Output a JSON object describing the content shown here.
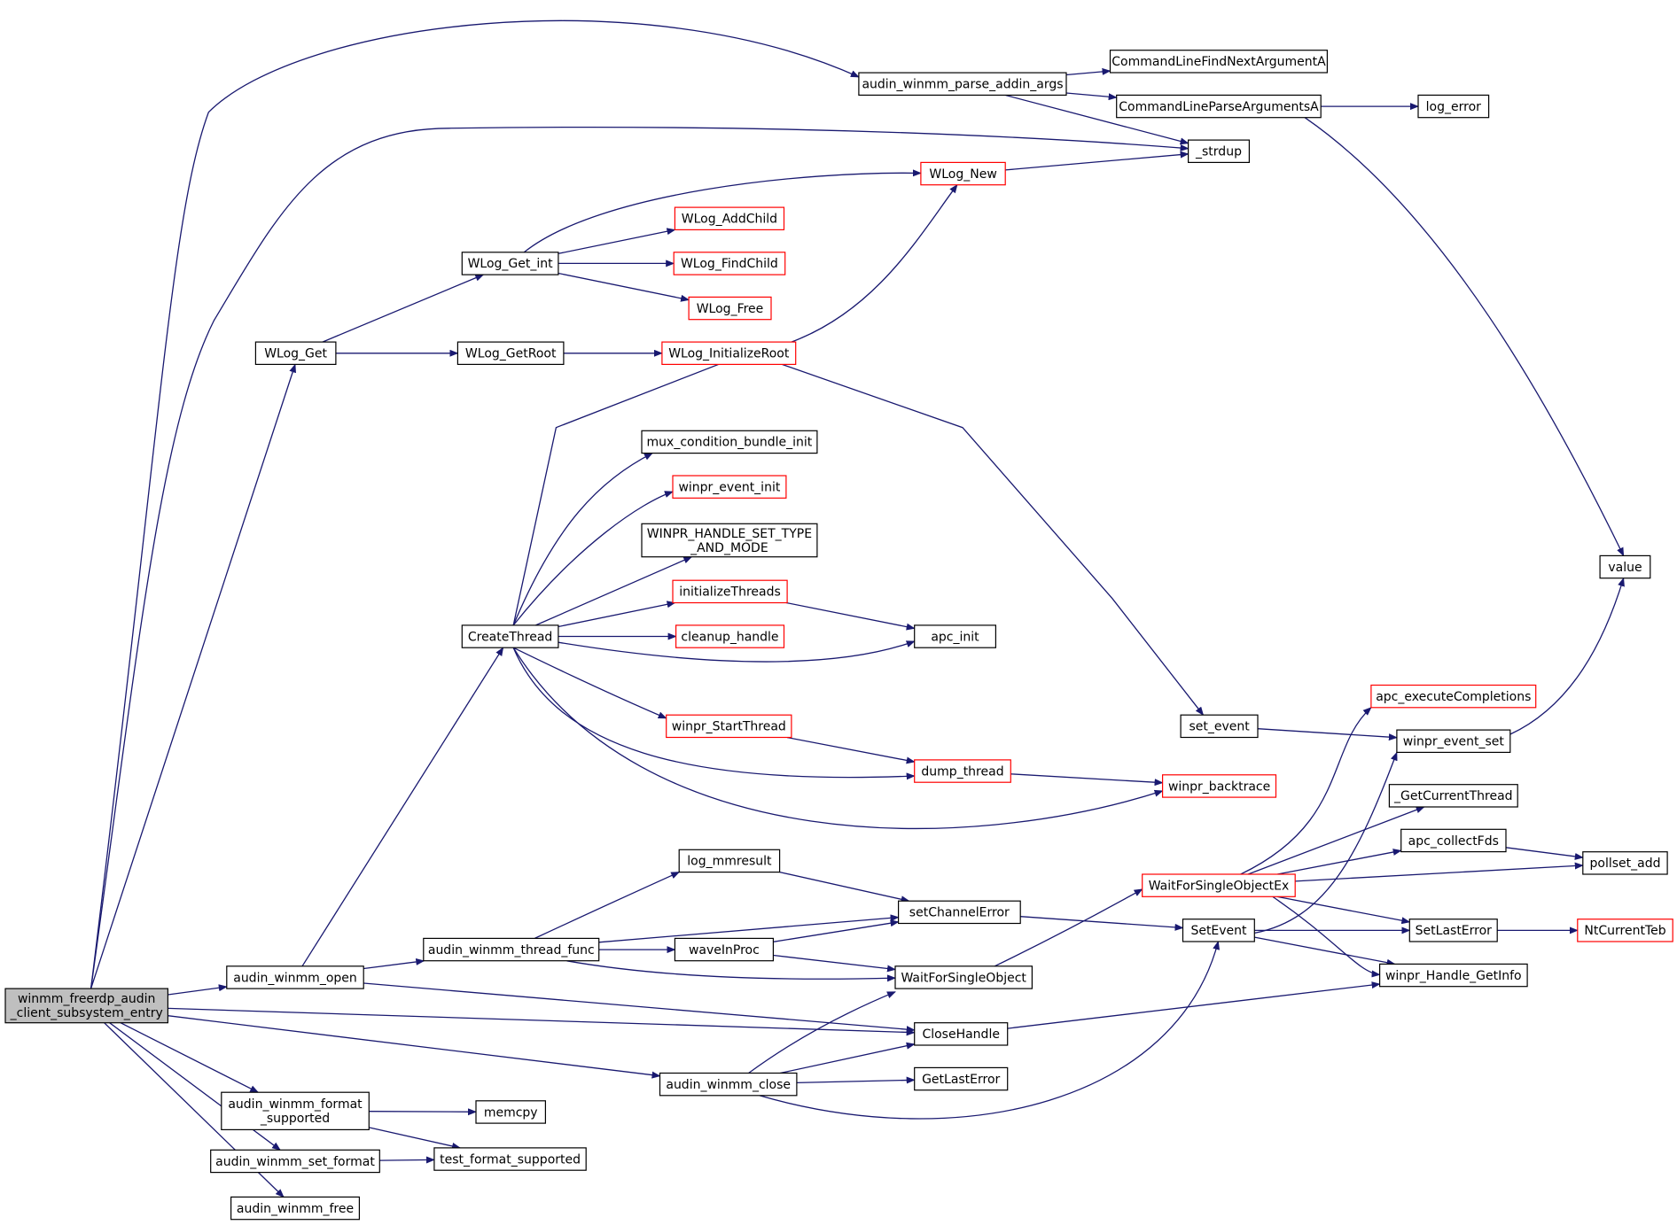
{
  "colors": {
    "edge": "#191970",
    "node_border": "#000000",
    "node_border_incomplete": "#ff0000",
    "root_fill": "#bfbfbf"
  },
  "nodes": [
    {
      "id": "root",
      "lines": [
        "winmm_freerdp_audin",
        "_client_subsystem_entry"
      ],
      "style": "root"
    },
    {
      "id": "parse_args",
      "lines": [
        "audin_winmm_parse_addin_args"
      ],
      "style": "normal"
    },
    {
      "id": "cl_next",
      "lines": [
        "CommandLineFindNextArgumentA"
      ],
      "style": "normal"
    },
    {
      "id": "cl_parse",
      "lines": [
        "CommandLineParseArgumentsA"
      ],
      "style": "normal"
    },
    {
      "id": "log_error",
      "lines": [
        "log_error"
      ],
      "style": "normal"
    },
    {
      "id": "strdup",
      "lines": [
        "_strdup"
      ],
      "style": "normal"
    },
    {
      "id": "wlog_new",
      "lines": [
        "WLog_New"
      ],
      "style": "red"
    },
    {
      "id": "wlog_addchild",
      "lines": [
        "WLog_AddChild"
      ],
      "style": "red"
    },
    {
      "id": "wlog_get_int",
      "lines": [
        "WLog_Get_int"
      ],
      "style": "normal"
    },
    {
      "id": "wlog_findchild",
      "lines": [
        "WLog_FindChild"
      ],
      "style": "red"
    },
    {
      "id": "wlog_free",
      "lines": [
        "WLog_Free"
      ],
      "style": "red"
    },
    {
      "id": "wlog_get",
      "lines": [
        "WLog_Get"
      ],
      "style": "normal"
    },
    {
      "id": "wlog_getroot",
      "lines": [
        "WLog_GetRoot"
      ],
      "style": "normal"
    },
    {
      "id": "wlog_initroot",
      "lines": [
        "WLog_InitializeRoot"
      ],
      "style": "red"
    },
    {
      "id": "mux_init",
      "lines": [
        "mux_condition_bundle_init"
      ],
      "style": "normal"
    },
    {
      "id": "event_init",
      "lines": [
        "winpr_event_init"
      ],
      "style": "red"
    },
    {
      "id": "handle_set",
      "lines": [
        "WINPR_HANDLE_SET_TYPE",
        "_AND_MODE"
      ],
      "style": "normal"
    },
    {
      "id": "init_threads",
      "lines": [
        "initializeThreads"
      ],
      "style": "red"
    },
    {
      "id": "create_thread",
      "lines": [
        "CreateThread"
      ],
      "style": "normal"
    },
    {
      "id": "cleanup_handle",
      "lines": [
        "cleanup_handle"
      ],
      "style": "red"
    },
    {
      "id": "apc_init",
      "lines": [
        "apc_init"
      ],
      "style": "normal"
    },
    {
      "id": "start_thread",
      "lines": [
        "winpr_StartThread"
      ],
      "style": "red"
    },
    {
      "id": "dump_thread",
      "lines": [
        "dump_thread"
      ],
      "style": "red"
    },
    {
      "id": "backtrace",
      "lines": [
        "winpr_backtrace"
      ],
      "style": "red"
    },
    {
      "id": "set_event",
      "lines": [
        "set_event"
      ],
      "style": "normal"
    },
    {
      "id": "value",
      "lines": [
        "value"
      ],
      "style": "normal"
    },
    {
      "id": "apc_exec",
      "lines": [
        "apc_executeCompletions"
      ],
      "style": "red"
    },
    {
      "id": "event_set",
      "lines": [
        "winpr_event_set"
      ],
      "style": "normal"
    },
    {
      "id": "get_cur_thread",
      "lines": [
        "_GetCurrentThread"
      ],
      "style": "normal"
    },
    {
      "id": "apc_collect",
      "lines": [
        "apc_collectFds"
      ],
      "style": "normal"
    },
    {
      "id": "pollset_add",
      "lines": [
        "pollset_add"
      ],
      "style": "normal"
    },
    {
      "id": "log_mmresult",
      "lines": [
        "log_mmresult"
      ],
      "style": "normal"
    },
    {
      "id": "wfso_ex",
      "lines": [
        "WaitForSingleObjectEx"
      ],
      "style": "red"
    },
    {
      "id": "set_ch_err",
      "lines": [
        "setChannelError"
      ],
      "style": "normal"
    },
    {
      "id": "thread_func",
      "lines": [
        "audin_winmm_thread_func"
      ],
      "style": "normal"
    },
    {
      "id": "setevent",
      "lines": [
        "SetEvent"
      ],
      "style": "normal"
    },
    {
      "id": "set_last_err",
      "lines": [
        "SetLastError"
      ],
      "style": "normal"
    },
    {
      "id": "nt_teb",
      "lines": [
        "NtCurrentTeb"
      ],
      "style": "red"
    },
    {
      "id": "wavein",
      "lines": [
        "waveInProc"
      ],
      "style": "normal"
    },
    {
      "id": "winmm_open",
      "lines": [
        "audin_winmm_open"
      ],
      "style": "normal"
    },
    {
      "id": "wfso",
      "lines": [
        "WaitForSingleObject"
      ],
      "style": "normal"
    },
    {
      "id": "handle_info",
      "lines": [
        "winpr_Handle_GetInfo"
      ],
      "style": "normal"
    },
    {
      "id": "close_handle",
      "lines": [
        "CloseHandle"
      ],
      "style": "normal"
    },
    {
      "id": "winmm_close",
      "lines": [
        "audin_winmm_close"
      ],
      "style": "normal"
    },
    {
      "id": "get_last_err",
      "lines": [
        "GetLastError"
      ],
      "style": "normal"
    },
    {
      "id": "fmt_supported",
      "lines": [
        "audin_winmm_format",
        "_supported"
      ],
      "style": "normal"
    },
    {
      "id": "memcpy",
      "lines": [
        "memcpy"
      ],
      "style": "normal"
    },
    {
      "id": "set_format",
      "lines": [
        "audin_winmm_set_format"
      ],
      "style": "normal"
    },
    {
      "id": "test_fmt",
      "lines": [
        "test_format_supported"
      ],
      "style": "normal"
    },
    {
      "id": "winmm_free",
      "lines": [
        "audin_winmm_free"
      ],
      "style": "normal"
    }
  ],
  "edges": [
    [
      "root",
      "parse_args"
    ],
    [
      "root",
      "strdup"
    ],
    [
      "root",
      "wlog_get"
    ],
    [
      "root",
      "winmm_open"
    ],
    [
      "root",
      "close_handle"
    ],
    [
      "root",
      "winmm_close"
    ],
    [
      "root",
      "fmt_supported"
    ],
    [
      "root",
      "set_format"
    ],
    [
      "root",
      "winmm_free"
    ],
    [
      "parse_args",
      "cl_next"
    ],
    [
      "parse_args",
      "cl_parse"
    ],
    [
      "parse_args",
      "strdup"
    ],
    [
      "cl_parse",
      "log_error"
    ],
    [
      "cl_parse",
      "value"
    ],
    [
      "wlog_new",
      "strdup"
    ],
    [
      "wlog_get",
      "wlog_get_int"
    ],
    [
      "wlog_get",
      "wlog_getroot"
    ],
    [
      "wlog_get_int",
      "wlog_new"
    ],
    [
      "wlog_get_int",
      "wlog_addchild"
    ],
    [
      "wlog_get_int",
      "wlog_findchild"
    ],
    [
      "wlog_get_int",
      "wlog_free"
    ],
    [
      "wlog_getroot",
      "wlog_initroot"
    ],
    [
      "wlog_initroot",
      "wlog_new"
    ],
    [
      "create_thread",
      "mux_init"
    ],
    [
      "create_thread",
      "event_init"
    ],
    [
      "create_thread",
      "handle_set"
    ],
    [
      "create_thread",
      "init_threads"
    ],
    [
      "create_thread",
      "cleanup_handle"
    ],
    [
      "create_thread",
      "apc_init"
    ],
    [
      "create_thread",
      "start_thread"
    ],
    [
      "create_thread",
      "dump_thread"
    ],
    [
      "create_thread",
      "backtrace"
    ],
    [
      "create_thread",
      "set_event"
    ],
    [
      "init_threads",
      "apc_init"
    ],
    [
      "start_thread",
      "dump_thread"
    ],
    [
      "dump_thread",
      "backtrace"
    ],
    [
      "set_event",
      "event_set"
    ],
    [
      "event_set",
      "value"
    ],
    [
      "winmm_open",
      "create_thread"
    ],
    [
      "winmm_open",
      "thread_func"
    ],
    [
      "winmm_open",
      "close_handle"
    ],
    [
      "thread_func",
      "log_mmresult"
    ],
    [
      "thread_func",
      "set_ch_err"
    ],
    [
      "thread_func",
      "wavein"
    ],
    [
      "thread_func",
      "wfso"
    ],
    [
      "log_mmresult",
      "set_ch_err"
    ],
    [
      "wavein",
      "set_ch_err"
    ],
    [
      "wavein",
      "wfso"
    ],
    [
      "set_ch_err",
      "setevent"
    ],
    [
      "wfso",
      "wfso_ex"
    ],
    [
      "wfso_ex",
      "apc_exec"
    ],
    [
      "wfso_ex",
      "get_cur_thread"
    ],
    [
      "wfso_ex",
      "apc_collect"
    ],
    [
      "wfso_ex",
      "pollset_add"
    ],
    [
      "wfso_ex",
      "set_last_err"
    ],
    [
      "wfso_ex",
      "handle_info"
    ],
    [
      "apc_collect",
      "pollset_add"
    ],
    [
      "setevent",
      "event_set"
    ],
    [
      "setevent",
      "set_last_err"
    ],
    [
      "setevent",
      "handle_info"
    ],
    [
      "set_last_err",
      "nt_teb"
    ],
    [
      "close_handle",
      "handle_info"
    ],
    [
      "winmm_close",
      "wfso"
    ],
    [
      "winmm_close",
      "close_handle"
    ],
    [
      "winmm_close",
      "get_last_err"
    ],
    [
      "winmm_close",
      "setevent"
    ],
    [
      "fmt_supported",
      "memcpy"
    ],
    [
      "fmt_supported",
      "test_fmt"
    ],
    [
      "set_format",
      "test_fmt"
    ]
  ]
}
